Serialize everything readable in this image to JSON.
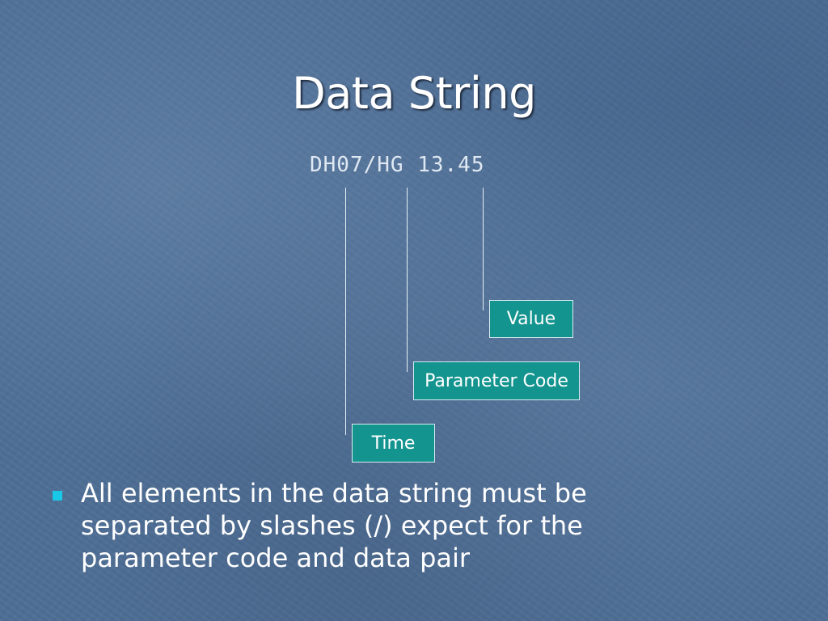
{
  "slide": {
    "title": "Data String",
    "code_string": "DH07/HG 13.45",
    "labels": {
      "value": "Value",
      "parameter_code": "Parameter Code",
      "time": "Time"
    },
    "bullet": {
      "text": "All elements in the data string must be separated by slashes (/) expect for the parameter code and data pair"
    },
    "colors": {
      "background": "#4f6f96",
      "label_box": "#14948f",
      "bullet_marker": "#19c8e6",
      "text": "#ffffff"
    }
  }
}
